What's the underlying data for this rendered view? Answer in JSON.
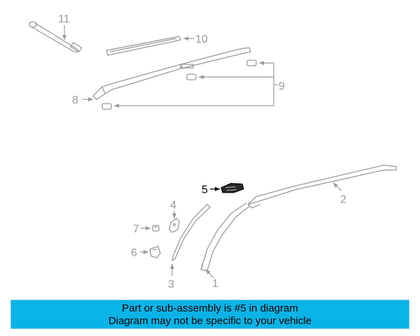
{
  "callouts": {
    "c1": "1",
    "c2": "2",
    "c3": "3",
    "c4": "4",
    "c5": "5",
    "c6": "6",
    "c7": "7",
    "c8": "8",
    "c9": "9",
    "c10": "10",
    "c11": "11"
  },
  "highlighted_part": "5",
  "banner": {
    "line1": "Part or sub-assembly is #5 in diagram",
    "line2": "Diagram may not be specific to your vehicle",
    "background": "#0ab3e6"
  },
  "colors": {
    "part_line": "#9a9a9a",
    "highlight": "#000000"
  }
}
